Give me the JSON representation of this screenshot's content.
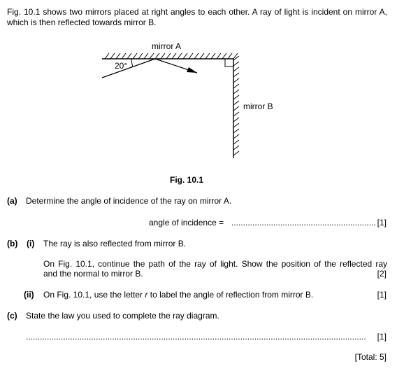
{
  "intro": "Fig. 10.1 shows two mirrors placed at right angles to each other. A ray of light is incident on mirror A, which is then reflected towards mirror B.",
  "figure": {
    "mirror_a_label": "mirror A",
    "mirror_b_label": "mirror B",
    "angle_label": "20°",
    "caption": "Fig. 10.1"
  },
  "part_a": {
    "marker": "(a)",
    "question": "Determine the angle of incidence of the ray on mirror A.",
    "answer_label": "angle of incidence = ",
    "answer_line": "..............................................................",
    "marks": "[1]"
  },
  "part_b": {
    "marker": "(b)",
    "sub_i": {
      "marker": "(i)",
      "statement": "The ray is also reflected from mirror B.",
      "instruction_line1": "On Fig. 10.1, continue the path of the ray of light. Show the position of the reflected ray",
      "instruction_line2": "and the normal to mirror B.",
      "marks": "[2]"
    },
    "sub_ii": {
      "marker": "(ii)",
      "instruction_before": "On Fig. 10.1, use the letter ",
      "instruction_letter": "r",
      "instruction_after": " to label the angle of reflection from mirror B.",
      "marks": "[1]"
    }
  },
  "part_c": {
    "marker": "(c)",
    "question": "State the law you used to complete the ray diagram.",
    "answer_line": "..................................................................................................................................................",
    "marks": "[1]"
  },
  "total": "[Total: 5]"
}
